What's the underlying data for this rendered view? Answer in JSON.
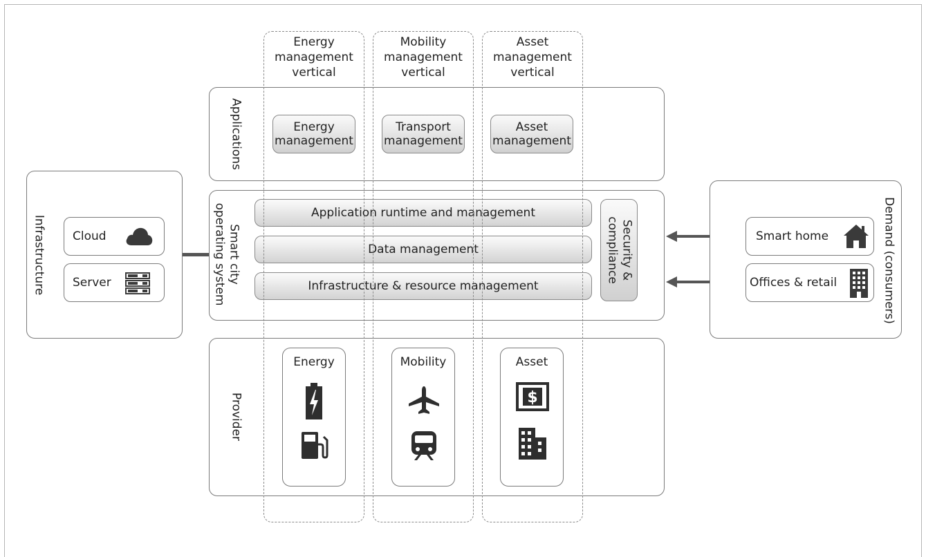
{
  "layers": {
    "infrastructure": "Infrastructure",
    "applications": "Applications",
    "os": [
      "Smart city",
      "operating system"
    ],
    "provider": "Provider",
    "demand": "Demand (consumers)"
  },
  "verticals": [
    {
      "title": [
        "Energy",
        "management",
        "vertical"
      ]
    },
    {
      "title": [
        "Mobility",
        "management",
        "vertical"
      ]
    },
    {
      "title": [
        "Asset",
        "management",
        "vertical"
      ]
    }
  ],
  "apps": [
    [
      "Energy",
      "management"
    ],
    [
      "Transport",
      "management"
    ],
    [
      "Asset",
      "management"
    ]
  ],
  "os_bars": [
    "Application runtime and management",
    "Data management",
    "Infrastructure & resource management"
  ],
  "security": [
    "Security &",
    "compliance"
  ],
  "infrastructure_items": [
    {
      "label": "Cloud",
      "icon": "cloud-icon"
    },
    {
      "label": "Server",
      "icon": "server-icon"
    }
  ],
  "demand_items": [
    {
      "label": "Smart home",
      "icon": "house-icon"
    },
    {
      "label": "Offices & retail",
      "icon": "office-building-icon"
    }
  ],
  "providers": [
    {
      "label": "Energy",
      "icons": [
        "battery-icon",
        "fuel-pump-icon"
      ]
    },
    {
      "label": "Mobility",
      "icons": [
        "airplane-icon",
        "train-icon"
      ]
    },
    {
      "label": "Asset",
      "icons": [
        "money-icon",
        "building-icon"
      ]
    }
  ],
  "colors": {
    "icon": "#3a3a3a",
    "connector": "#555555",
    "border": "#7a7a7a"
  }
}
